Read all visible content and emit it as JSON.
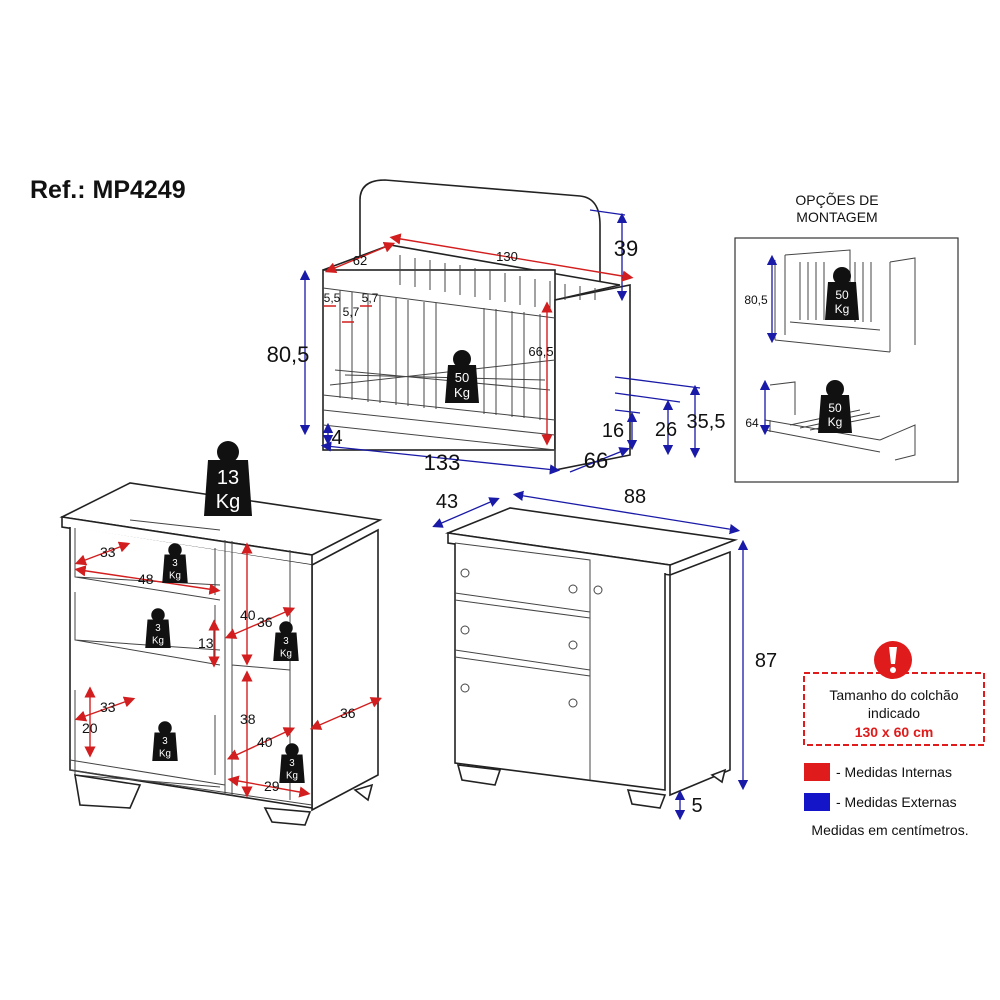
{
  "title": "Ref.: MP4249",
  "colors": {
    "internal": "#e01b1b",
    "external": "#1414c8",
    "warning": "#e01b1b"
  },
  "crib": {
    "external": {
      "height": "80,5",
      "length": "133",
      "depth": "66",
      "headboard": "39",
      "base": "4",
      "h16": "16",
      "h26": "26",
      "h35": "35,5"
    },
    "internal": {
      "length": "130",
      "width": "62",
      "height": "66,5",
      "gap1": "5,5",
      "gap2": "5,7",
      "gap3": "5,7"
    },
    "weight": {
      "value": "50",
      "unit": "Kg"
    }
  },
  "options": {
    "title_line1": "OPÇÕES DE",
    "title_line2": "MONTAGEM",
    "option1": {
      "height": "80,5",
      "weight": "50",
      "unit": "Kg"
    },
    "option2": {
      "height": "64",
      "weight": "50",
      "unit": "Kg"
    }
  },
  "dresser_open": {
    "top_weight": {
      "value": "13",
      "unit": "Kg"
    },
    "drawer_weight": {
      "value": "3",
      "unit": "Kg"
    },
    "dims": {
      "d1_depth": "33",
      "d1_width": "48",
      "shelf_h": "40",
      "shelf_d": "36",
      "d2_h": "13",
      "d3_depth": "33",
      "d3_h": "20",
      "lower_h": "38",
      "lower_d": "40",
      "side": "36",
      "lower_w": "29"
    }
  },
  "dresser_closed": {
    "depth": "43",
    "width": "88",
    "height": "87",
    "feet": "5"
  },
  "notice": {
    "line1": "Tamanho do colchão",
    "line2": "indicado",
    "size": "130 x 60 cm",
    "icon": "exclamation-icon"
  },
  "legend": {
    "internal": "- Medidas Internas",
    "external": "- Medidas Externas",
    "note": "Medidas em centímetros."
  }
}
